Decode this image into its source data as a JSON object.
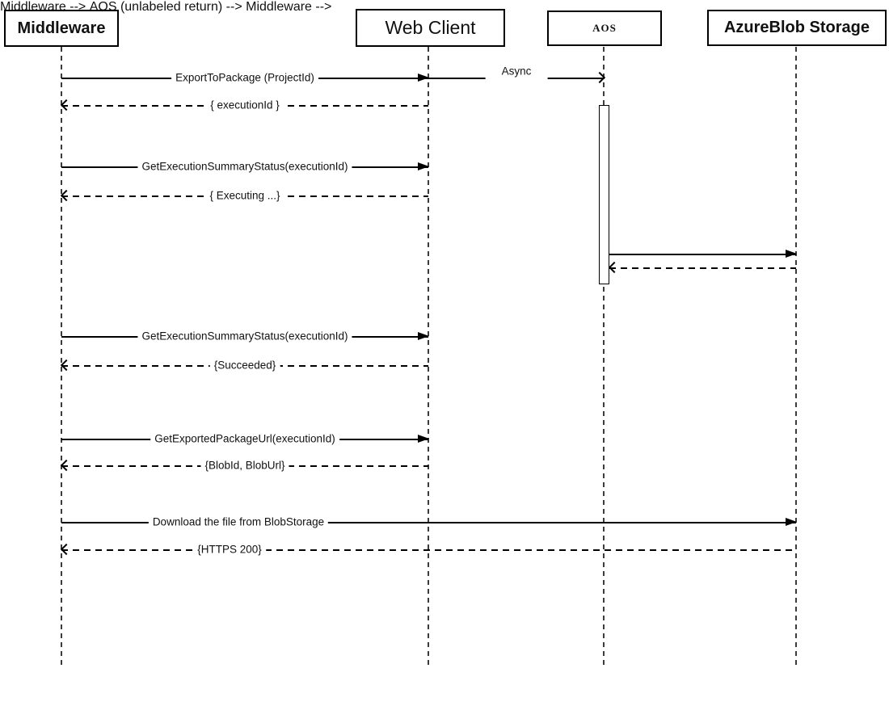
{
  "diagram": {
    "type": "uml-sequence",
    "actors": [
      {
        "id": "middleware",
        "label": "Middleware"
      },
      {
        "id": "web-client",
        "label": "Web Client"
      },
      {
        "id": "aos",
        "label": "AOS"
      },
      {
        "id": "azure-blob-storage",
        "label": "AzureBlob Storage"
      }
    ],
    "activations": [
      {
        "actor": "AOS"
      }
    ],
    "messages": [
      {
        "label": "ExportToPackage (ProjectId)",
        "type": "call",
        "line": "solid",
        "from": "Middleware",
        "to": "Web Client"
      },
      {
        "label": "Async",
        "type": "async",
        "line": "solid",
        "from": "Web Client",
        "to": "AOS"
      },
      {
        "label": "{ executionId }",
        "type": "return",
        "line": "dashed",
        "from": "Web Client",
        "to": "Middleware"
      },
      {
        "label": "GetExecutionSummaryStatus(executionId)",
        "type": "call",
        "line": "solid",
        "from": "Middleware",
        "to": "Web Client"
      },
      {
        "label": "{ Executing ...}",
        "type": "return",
        "line": "dashed",
        "from": "Web Client",
        "to": "Middleware"
      },
      {
        "label": "",
        "type": "call",
        "line": "solid",
        "from": "AOS",
        "to": "AzureBlob Storage"
      },
      {
        "label": "",
        "type": "return",
        "line": "dashed",
        "from": "AzureBlob Storage",
        "to": "AOS"
      },
      {
        "label": "GetExecutionSummaryStatus(executionId)",
        "type": "call",
        "line": "solid",
        "from": "Middleware",
        "to": "Web Client"
      },
      {
        "label": "{Succeeded}",
        "type": "return",
        "line": "dashed",
        "from": "Web Client",
        "to": "Middleware"
      },
      {
        "label": "GetExportedPackageUrl(executionId)",
        "type": "call",
        "line": "solid",
        "from": "Middleware",
        "to": "Web Client"
      },
      {
        "label": "{BlobId, BlobUrl}",
        "type": "return",
        "line": "dashed",
        "from": "Web Client",
        "to": "Middleware"
      },
      {
        "label": "Download the file from BlobStorage",
        "type": "call",
        "line": "solid",
        "from": "Middleware",
        "to": "AzureBlob Storage"
      },
      {
        "label": "{HTTPS 200}",
        "type": "return",
        "line": "dashed",
        "from": "AzureBlob Storage",
        "to": "Middleware"
      }
    ]
  }
}
